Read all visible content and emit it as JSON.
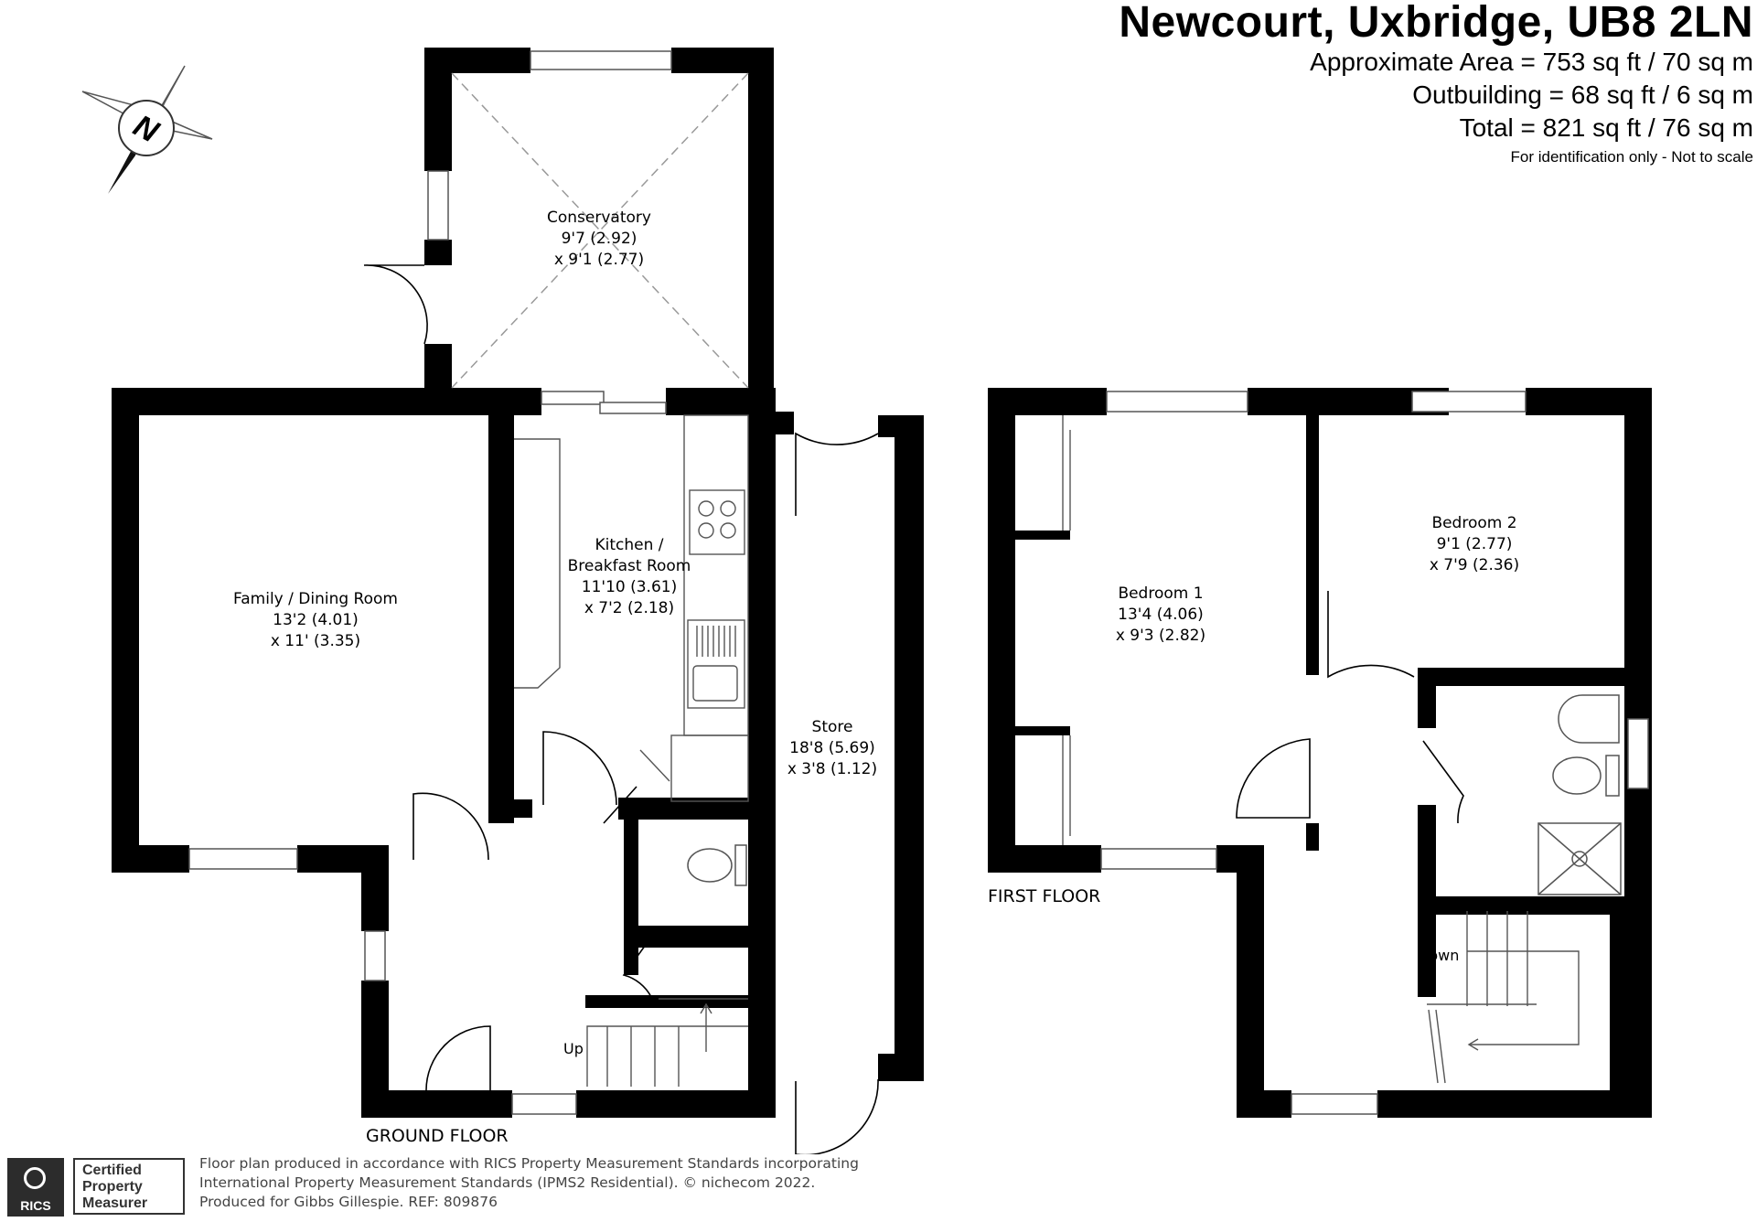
{
  "header": {
    "title": "Newcourt, Uxbridge, UB8 2LN",
    "area_lines": [
      "Approximate Area = 753 sq ft / 70 sq m",
      "Outbuilding = 68 sq ft / 6 sq m",
      "Total = 821 sq ft / 76 sq m"
    ],
    "note": "For identification only - Not to scale"
  },
  "compass": {
    "letter": "N"
  },
  "ground_floor": {
    "label": "GROUND FLOOR",
    "rooms": [
      {
        "lines": [
          "Conservatory",
          "9'7 (2.92)",
          "x 9'1 (2.77)"
        ]
      },
      {
        "lines": [
          "Family / Dining Room",
          "13'2 (4.01)",
          "x 11' (3.35)"
        ]
      },
      {
        "lines": [
          "Kitchen /",
          "Breakfast Room",
          "11'10 (3.61)",
          "x 7'2 (2.18)"
        ]
      },
      {
        "lines": [
          "Store",
          "18'8 (5.69)",
          "x 3'8 (1.12)"
        ]
      }
    ],
    "stairs_label": "Up"
  },
  "first_floor": {
    "label": "FIRST FLOOR",
    "rooms": [
      {
        "lines": [
          "Bedroom 1",
          "13'4 (4.06)",
          "x 9'3 (2.82)"
        ]
      },
      {
        "lines": [
          "Bedroom 2",
          "9'1 (2.77)",
          "x 7'9 (2.36)"
        ]
      }
    ],
    "stairs_label": "Down"
  },
  "footer": {
    "logo_text": "RICS",
    "badge_lines": [
      "Certified",
      "Property",
      "Measurer"
    ],
    "credit_lines": [
      "Floor plan produced in accordance with RICS Property Measurement Standards incorporating",
      "International Property Measurement Standards (IPMS2 Residential).  © nichecom 2022.",
      "Produced for Gibbs Gillespie.   REF: 809876"
    ]
  }
}
